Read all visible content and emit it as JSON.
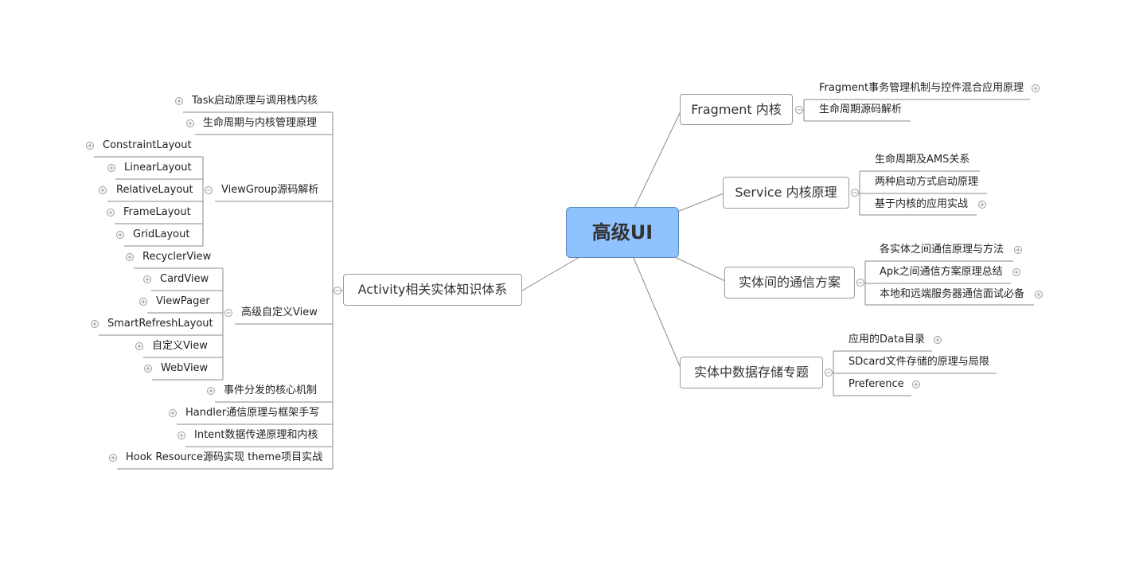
{
  "root": "高级UI",
  "branches": {
    "activity": {
      "label": "Activity相关实体知识体系",
      "items": [
        "Task启动原理与调用栈内核",
        "生命周期与内核管理原理",
        "ViewGroup源码解析",
        "高级自定义View",
        "事件分发的核心机制",
        "Handler通信原理与框架手写",
        "Intent数据传递原理和内核",
        "Hook Resource源码实现 theme项目实战"
      ],
      "viewgroup_children": [
        "ConstraintLayout",
        "LinearLayout",
        "RelativeLayout",
        "FrameLayout",
        "GridLayout"
      ],
      "customview_children": [
        "RecyclerView",
        "CardView",
        "ViewPager",
        "SmartRefreshLayout",
        "自定义View",
        "WebView"
      ]
    },
    "fragment": {
      "label": "Fragment 内核",
      "items": [
        "Fragment事务管理机制与控件混合应用原理",
        "生命周期源码解析"
      ]
    },
    "service": {
      "label": "Service 内核原理",
      "items": [
        "生命周期及AMS关系",
        "两种启动方式启动原理",
        "基于内核的应用实战"
      ]
    },
    "comm": {
      "label": "实体间的通信方案",
      "items": [
        "各实体之间通信原理与方法",
        "Apk之间通信方案原理总结",
        "本地和远端服务器通信面试必备"
      ]
    },
    "storage": {
      "label": "实体中数据存储专题",
      "items": [
        "应用的Data目录",
        "SDcard文件存储的原理与局限",
        "Preference"
      ]
    },
    "icons": {
      "expand": "plus-circle-icon",
      "collapse": "minus-circle-icon"
    }
  }
}
